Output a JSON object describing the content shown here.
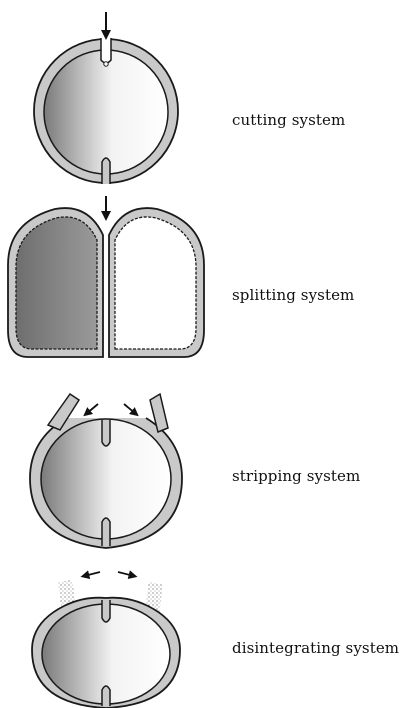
{
  "labels": {
    "cutting": "cutting system",
    "splitting": "splitting system",
    "stripping": "stripping system",
    "disintegrating": "disintegrating system"
  },
  "colors": {
    "shell": "#c9c9c9",
    "outline": "#1a1a1a",
    "seed_dark": "#7a7a7a",
    "seed_light": "#ffffff"
  }
}
